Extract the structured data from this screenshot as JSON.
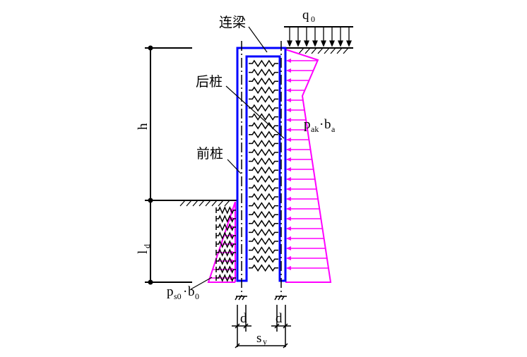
{
  "labels": {
    "beam": "连梁",
    "back_pile": "后桩",
    "front_pile": "前桩",
    "load": {
      "main": "q",
      "sub": "0"
    },
    "active_pressure": {
      "p": "p",
      "p_sub": "ak",
      "dot": "·",
      "b": "b",
      "b_sub": "a"
    },
    "passive_pressure": {
      "p": "p",
      "p_sub": "s0",
      "dot": "·",
      "b": "b",
      "b_sub": "0"
    },
    "height": "h",
    "embed": {
      "main": "l",
      "sub": "d"
    },
    "diameter_left": "d",
    "diameter_right": "d",
    "spacing": {
      "main": "s",
      "sub": "y"
    }
  },
  "colors": {
    "frame": "#0000ff",
    "pressure": "#ff00ff",
    "line": "#000000"
  }
}
